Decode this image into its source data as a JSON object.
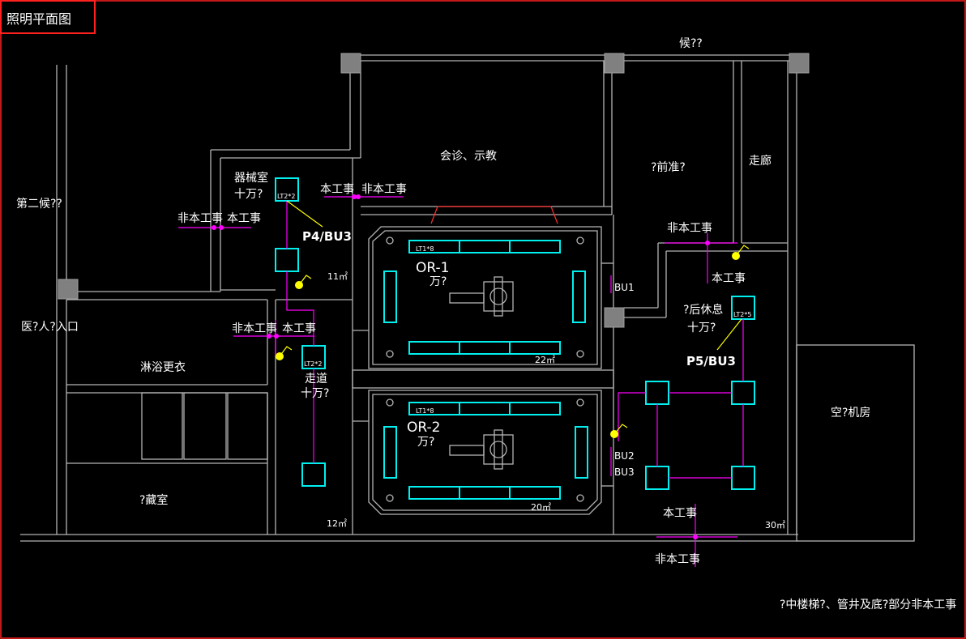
{
  "title": "照明平面图",
  "rooms": {
    "meeting": "会诊、示教",
    "waiting_top": "候??",
    "pre_area": "?前准?",
    "corridor_right": "走廊",
    "second_wait": "第二候??",
    "equipment": "器械室",
    "equipment_class": "十万?",
    "staff_entry": "医?人?入口",
    "shower": "淋浴更衣",
    "storage": "?藏室",
    "hallway": "走道",
    "hallway_class": "十万?",
    "rest": "?后休息",
    "rest_class": "十万?",
    "ac_room": "空?机房"
  },
  "operating_rooms": [
    {
      "name": "OR-1",
      "class": "万?",
      "area": "22㎡",
      "fixture": "LT1*8"
    },
    {
      "name": "OR-2",
      "class": "万?",
      "area": "20㎡",
      "fixture": "LT1*8"
    }
  ],
  "areas": {
    "equipment": "11㎡",
    "hallway": "12㎡",
    "rest": "30㎡"
  },
  "fixtures": {
    "lt2_a": "LT2*2",
    "lt2_b": "LT2*2",
    "lt2_c": "LT2*5"
  },
  "panels": {
    "p4": "P4/BU3",
    "p5": "P5/BU3",
    "bu1": "BU1",
    "bu2": "BU2",
    "bu3": "BU3"
  },
  "work_labels": {
    "this_work": "本工事",
    "not_this_work": "非本工事"
  },
  "note": "?中楼梯?、管井及底?部分非本工事",
  "colors": {
    "wall": "#b4b4b4",
    "fixture": "#00f0f0",
    "circuit": "#ff00ff",
    "panel": "#ffff00",
    "frame": "#ff3030"
  }
}
